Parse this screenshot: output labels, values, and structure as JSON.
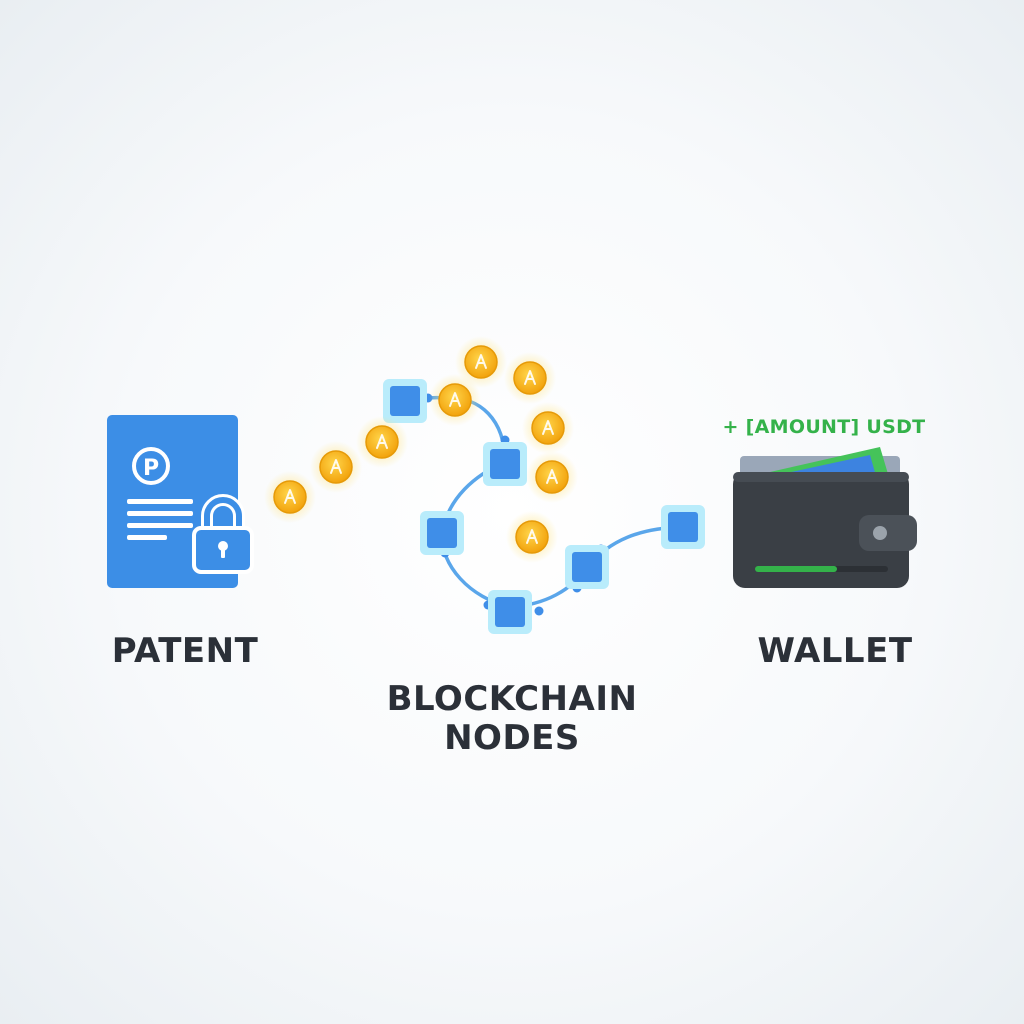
{
  "labels": {
    "patent": "PATENT",
    "nodes_line1": "BLOCKCHAIN",
    "nodes_line2": "NODES",
    "wallet": "WALLET",
    "amount": "+ [AMOUNT] USDT"
  },
  "icons": {
    "patent": "patent-document-icon",
    "lock": "padlock-icon",
    "coin": "coin-icon",
    "node": "blockchain-node-icon",
    "wallet": "wallet-icon"
  },
  "colors": {
    "patent_blue": "#3c8ee6",
    "node_blue": "#3f8ee8",
    "node_glow": "#b9ecfb",
    "link_blue": "#5aa6ea",
    "coin_gold": "#f5b21b",
    "coin_glow": "#ffe27a",
    "wallet_dark": "#3a3f45",
    "money_green": "#34b24a",
    "text_dark": "#2b3038"
  }
}
